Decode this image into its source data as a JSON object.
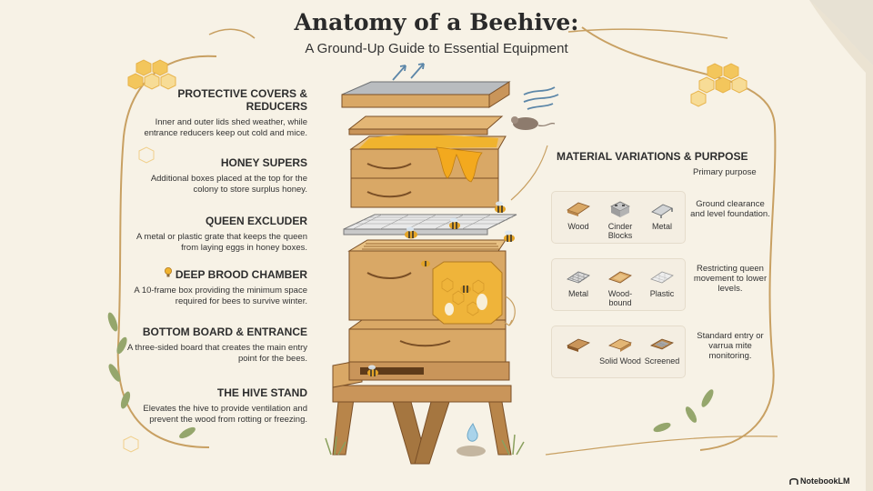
{
  "header": {
    "title": "Anatomy of a Beehive:",
    "subtitle": "A Ground-Up Guide to Essential Equipment"
  },
  "components": [
    {
      "title": "PROTECTIVE COVERS & REDUCERS",
      "desc": "Inner and outer lids shed weather, while entrance reducers keep out cold and mice."
    },
    {
      "title": "HONEY SUPERS",
      "desc": "Additional boxes placed at the top for the colony to store surplus honey."
    },
    {
      "title": "QUEEN EXCLUDER",
      "desc": "A metal or plastic grate that keeps the queen from laying eggs in honey boxes."
    },
    {
      "title": "DEEP BROOD CHAMBER",
      "desc": "A 10-frame box providing the minimum space required for bees to survive winter."
    },
    {
      "title": "BOTTOM BOARD & ENTRANCE",
      "desc": "A three-sided board that creates the main entry point for the bees."
    },
    {
      "title": "THE HIVE STAND",
      "desc": "Elevates the hive to provide ventilation and prevent the wood from rotting or freezing."
    }
  ],
  "materials": {
    "title": "MATERIAL VARIATIONS & PURPOSE",
    "purpose_header": "Primary purpose",
    "rows": [
      {
        "items": [
          "Wood",
          "Cinder Blocks",
          "Metal"
        ],
        "purpose": "Ground clearance and level foundation."
      },
      {
        "items": [
          "Metal",
          "Wood-bound",
          "Plastic"
        ],
        "purpose": "Restricting queen movement to lower levels."
      },
      {
        "items": [
          "",
          "Solid Wood",
          "Screened"
        ],
        "purpose": "Standard entry or varrua mite monitoring."
      }
    ]
  },
  "brand": "NotebookLM",
  "colors": {
    "honey": "#f0b32e",
    "wood": "#d9a866",
    "wood_dark": "#8b5a2b",
    "paper": "#f7f2e6",
    "vine": "#c8a062"
  }
}
